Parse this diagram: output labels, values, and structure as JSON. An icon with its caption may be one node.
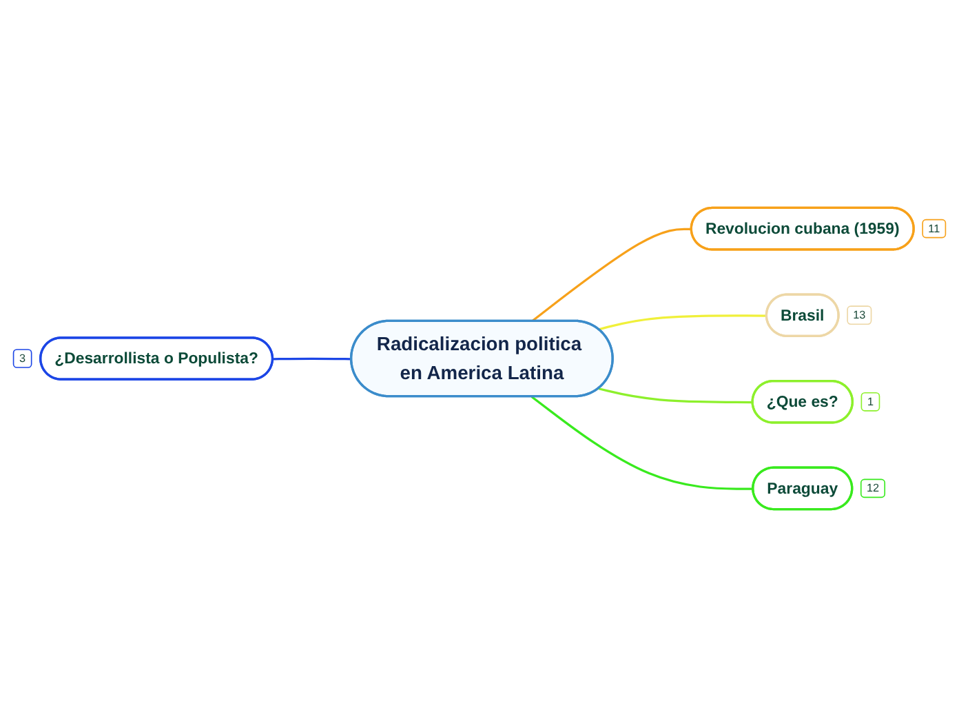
{
  "diagram": {
    "nodes": [
      {
        "text": [
          "Radicalizacion politica en America Latina"
        ]
      },
      {
        "text": [
          "Revolucion cubana (1959)"
        ],
        "beside": [
          "11"
        ]
      },
      {
        "text": [
          "Brasil"
        ],
        "beside": [
          "13"
        ]
      },
      {
        "text": [
          "¿Desarrollista o Populista?"
        ],
        "beside": [
          "3"
        ]
      },
      {
        "text": [
          "¿Que es?"
        ],
        "beside": [
          "1"
        ]
      },
      {
        "text": [
          "Paraguay"
        ],
        "beside": [
          "12"
        ]
      }
    ],
    "edges": [
      {
        "from": 0,
        "to": 1,
        "arrow": "none",
        "color": "#f7a11a"
      },
      {
        "from": 0,
        "to": 2,
        "arrow": "none",
        "color": "#f0f03a"
      },
      {
        "from": 3,
        "to": 0,
        "arrow": "none",
        "color": "#1c46e6"
      },
      {
        "from": 0,
        "to": 4,
        "arrow": "none",
        "color": "#8df02c"
      },
      {
        "from": 0,
        "to": 5,
        "arrow": "none",
        "color": "#39ea1e"
      }
    ]
  }
}
